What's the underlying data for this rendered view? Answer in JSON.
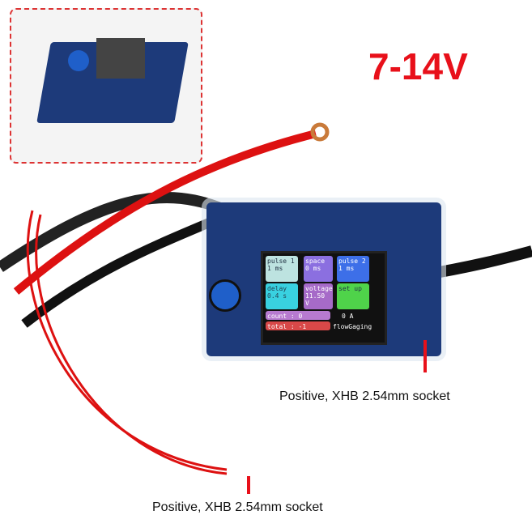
{
  "headline": "7-14V",
  "screen": {
    "pulse1_label": "pulse 1",
    "pulse1_value": "1 ms",
    "space_label": "space",
    "space_value": "0 ms",
    "pulse2_label": "pulse 2",
    "pulse2_value": "1 ms",
    "delay_label": "delay",
    "delay_value": "0.4 s",
    "voltage_label": "voltage",
    "voltage_value": "11.50 V",
    "setup_label": "set up",
    "count_label": "count : 0",
    "current_value": "0 A",
    "total_label": "total : -1",
    "mode": "flowGaging"
  },
  "captions": {
    "socket_right": "Positive,  XHB 2.54mm socket",
    "socket_bottom": "Positive,  XHB 2.54mm socket"
  }
}
